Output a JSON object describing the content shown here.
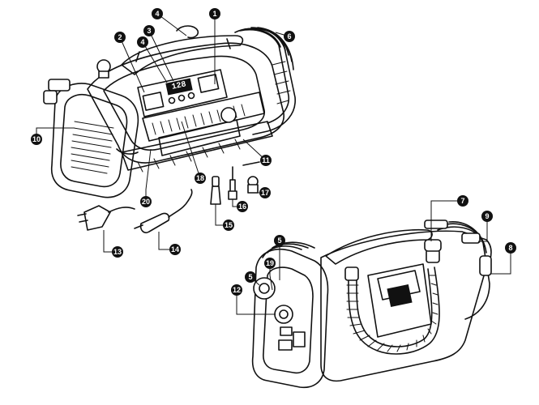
{
  "callouts": [
    {
      "id": "c1",
      "label": "1"
    },
    {
      "id": "c2",
      "label": "2"
    },
    {
      "id": "c3",
      "label": "3"
    },
    {
      "id": "c4a",
      "label": "4"
    },
    {
      "id": "c4b",
      "label": "4"
    },
    {
      "id": "c5a",
      "label": "5"
    },
    {
      "id": "c5b",
      "label": "5"
    },
    {
      "id": "c6",
      "label": "6"
    },
    {
      "id": "c7",
      "label": "7"
    },
    {
      "id": "c8",
      "label": "8"
    },
    {
      "id": "c9",
      "label": "9"
    },
    {
      "id": "c10",
      "label": "10"
    },
    {
      "id": "c11",
      "label": "11"
    },
    {
      "id": "c12",
      "label": "12"
    },
    {
      "id": "c13",
      "label": "13"
    },
    {
      "id": "c14",
      "label": "14"
    },
    {
      "id": "c15",
      "label": "15"
    },
    {
      "id": "c16",
      "label": "16"
    },
    {
      "id": "c17",
      "label": "17"
    },
    {
      "id": "c18",
      "label": "18"
    },
    {
      "id": "c19",
      "label": "19"
    },
    {
      "id": "c20",
      "label": "20"
    }
  ],
  "display_readout": "128"
}
